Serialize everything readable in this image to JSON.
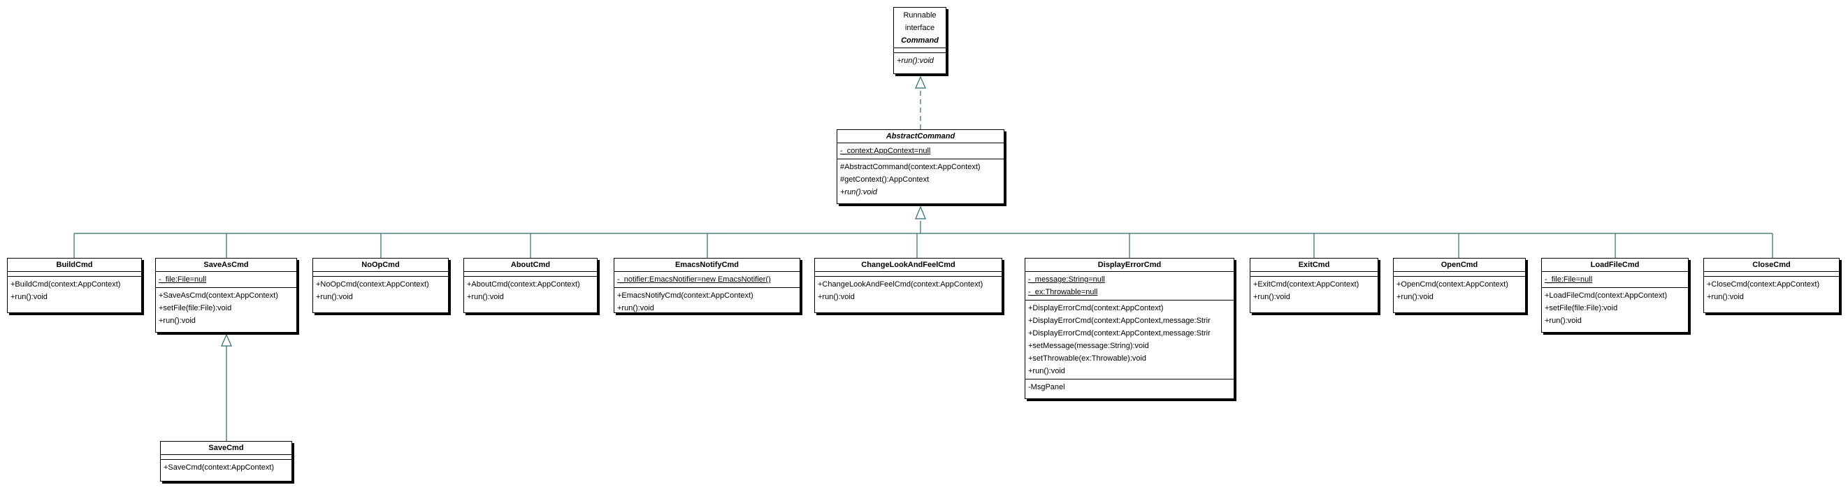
{
  "diagram": {
    "interface": {
      "stereotype_1": "Runnable",
      "stereotype_2": "interface",
      "name": "Command",
      "operations": [
        "+run():void"
      ]
    },
    "abstract": {
      "name": "AbstractCommand",
      "attributes": [
        "-_context:AppContext=null"
      ],
      "operations": [
        "#AbstractCommand(context:AppContext)",
        "#getContext():AppContext",
        "+run():void"
      ]
    },
    "classes": [
      {
        "id": "build",
        "name": "BuildCmd",
        "attributes": [],
        "operations": [
          "+BuildCmd(context:AppContext)",
          "+run():void"
        ]
      },
      {
        "id": "saveas",
        "name": "SaveAsCmd",
        "attributes": [
          "-_file:File=null"
        ],
        "operations": [
          "+SaveAsCmd(context:AppContext)",
          "+setFile(file:File):void",
          "+run():void"
        ]
      },
      {
        "id": "noop",
        "name": "NoOpCmd",
        "attributes": [],
        "operations": [
          "+NoOpCmd(context:AppContext)",
          "+run():void"
        ]
      },
      {
        "id": "about",
        "name": "AboutCmd",
        "attributes": [],
        "operations": [
          "+AboutCmd(context:AppContext)",
          "+run():void"
        ]
      },
      {
        "id": "emacs",
        "name": "EmacsNotifyCmd",
        "attributes": [
          "-_notifier:EmacsNotifier=new EmacsNotifier()"
        ],
        "operations": [
          "+EmacsNotifyCmd(context:AppContext)",
          "+run():void"
        ]
      },
      {
        "id": "clf",
        "name": "ChangeLookAndFeelCmd",
        "attributes": [],
        "operations": [
          "+ChangeLookAndFeelCmd(context:AppContext)",
          "+run():void"
        ]
      },
      {
        "id": "displayerror",
        "name": "DisplayErrorCmd",
        "attributes": [
          "-_message:String=null",
          "-_ex:Throwable=null"
        ],
        "operations": [
          "+DisplayErrorCmd(context:AppContext)",
          "+DisplayErrorCmd(context:AppContext,message:Strir",
          "+DisplayErrorCmd(context:AppContext,message:Strir",
          "+setMessage(message:String):void",
          "+setThrowable(ex:Throwable):void",
          "+run():void"
        ],
        "extra": [
          "-MsgPanel"
        ]
      },
      {
        "id": "exit",
        "name": "ExitCmd",
        "attributes": [],
        "operations": [
          "+ExitCmd(context:AppContext)",
          "+run():void"
        ]
      },
      {
        "id": "open",
        "name": "OpenCmd",
        "attributes": [],
        "operations": [
          "+OpenCmd(context:AppContext)",
          "+run():void"
        ]
      },
      {
        "id": "loadfile",
        "name": "LoadFileCmd",
        "attributes": [
          "-_file:File=null"
        ],
        "operations": [
          "+LoadFileCmd(context:AppContext)",
          "+setFile(file:File):void",
          "+run():void"
        ]
      },
      {
        "id": "close",
        "name": "CloseCmd",
        "attributes": [],
        "operations": [
          "+CloseCmd(context:AppContext)",
          "+run():void"
        ]
      },
      {
        "id": "save",
        "name": "SaveCmd",
        "attributes": [],
        "operations": [
          "+SaveCmd(context:AppContext)"
        ]
      }
    ]
  }
}
